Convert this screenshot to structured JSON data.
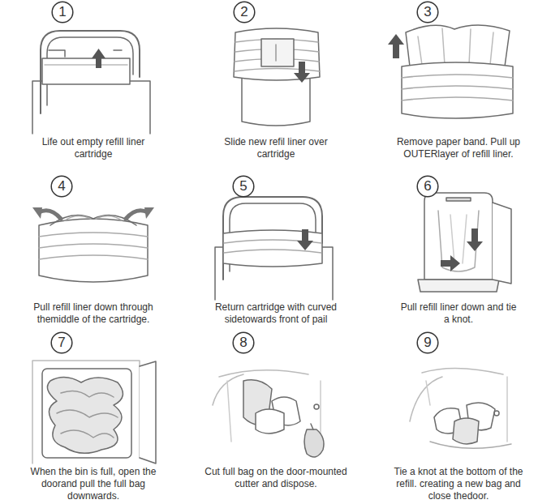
{
  "diagram": {
    "nodes": [
      {
        "text": [
          "1"
        ]
      },
      {
        "text": [
          "2"
        ]
      },
      {
        "text": [
          "3"
        ]
      },
      {
        "text": [
          "4"
        ]
      },
      {
        "text": [
          "5"
        ]
      },
      {
        "text": [
          "6"
        ]
      },
      {
        "text": [
          "7"
        ]
      },
      {
        "text": [
          "8"
        ]
      },
      {
        "text": [
          "9"
        ]
      }
    ],
    "labels": [
      "Life out empty refill liner cartridge",
      "Slide new refil liner over cartridge",
      "Remove paper band. Pull up OUTERlayer of refill liner.",
      "Pull refill liner down through themiddle of the cartridge.",
      "Return cartridge with curved sidetowards front of pail",
      "Pull refill liner down and tie a knot.",
      "When the bin is full, open the doorand pull the full bag downwards.",
      "Cut full bag on the door-mounted cutter and dispose.",
      "Tie a knot at the bottom of the refill. creating a new bag and close thedoor."
    ]
  }
}
